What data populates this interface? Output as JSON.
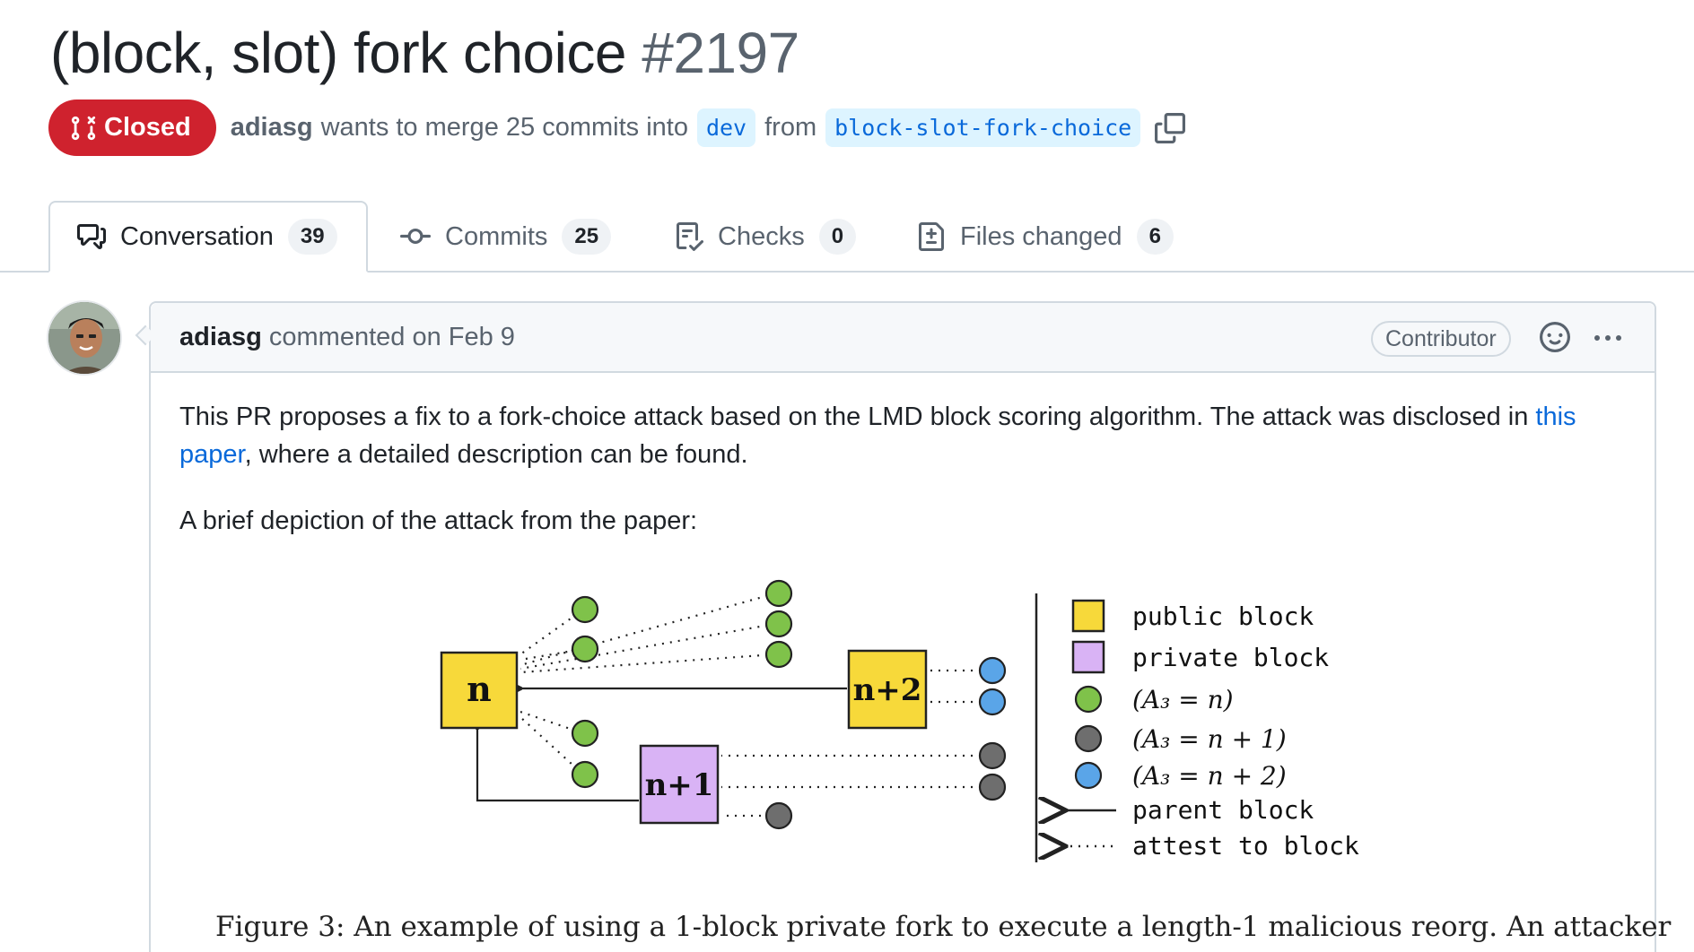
{
  "pr": {
    "title": "(block, slot) fork choice",
    "number": "#2197",
    "state": "Closed",
    "author": "adiasg",
    "merge_text": "wants to merge 25 commits into",
    "base_branch": "dev",
    "from_text": "from",
    "head_branch": "block-slot-fork-choice"
  },
  "tabs": [
    {
      "label": "Conversation",
      "count": "39",
      "icon": "comment-discussion-icon",
      "active": true
    },
    {
      "label": "Commits",
      "count": "25",
      "icon": "git-commit-icon",
      "active": false
    },
    {
      "label": "Checks",
      "count": "0",
      "icon": "checklist-icon",
      "active": false
    },
    {
      "label": "Files changed",
      "count": "6",
      "icon": "file-diff-icon",
      "active": false
    }
  ],
  "comment": {
    "author": "adiasg",
    "action": "commented on Feb 9",
    "role": "Contributor",
    "para1_a": "This PR proposes a fix to a fork-choice attack based on the LMD block scoring algorithm. The attack was disclosed in ",
    "link_text": "this paper",
    "para1_b": ", where a detailed description can be found.",
    "para2": "A brief depiction of the attack from the paper:"
  },
  "figure": {
    "blocks": {
      "n": "n",
      "n1": "n+1",
      "n2": "n+2"
    },
    "legend": [
      {
        "label": "public block",
        "marker": "yellow-square"
      },
      {
        "label": "private block",
        "marker": "purple-square"
      },
      {
        "label": "(A₃ = n)",
        "marker": "green-circle"
      },
      {
        "label": "(A₃ = n + 1)",
        "marker": "gray-circle"
      },
      {
        "label": "(A₃ = n + 2)",
        "marker": "blue-circle"
      },
      {
        "label": "parent block",
        "marker": "solid-arrow"
      },
      {
        "label": "attest to block",
        "marker": "dotted-arrow"
      }
    ],
    "caption": "Figure 3:  An example of using a 1-block private fork to execute a length-1 malicious reorg.  An attacker"
  },
  "colors": {
    "closed": "#cf222e",
    "link": "#0969da",
    "public_block": "#f7d93a",
    "private_block": "#d9b3f5",
    "green": "#7fc24a",
    "gray": "#6e6e6e",
    "blue": "#5aa5e8"
  }
}
